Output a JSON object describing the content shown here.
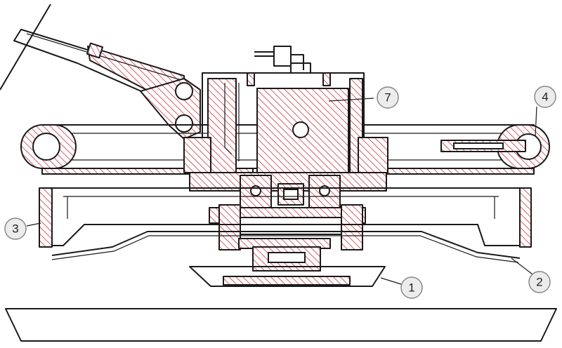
{
  "colors": {
    "line": "#1a1a1a",
    "hatch": "#d0343c",
    "callout_circle": "#ececec",
    "callout_stroke": "#888888"
  },
  "callouts": [
    {
      "id": "1",
      "label": "1"
    },
    {
      "id": "2",
      "label": "2"
    },
    {
      "id": "3",
      "label": "3"
    },
    {
      "id": "4",
      "label": "4"
    },
    {
      "id": "7",
      "label": "7"
    }
  ]
}
